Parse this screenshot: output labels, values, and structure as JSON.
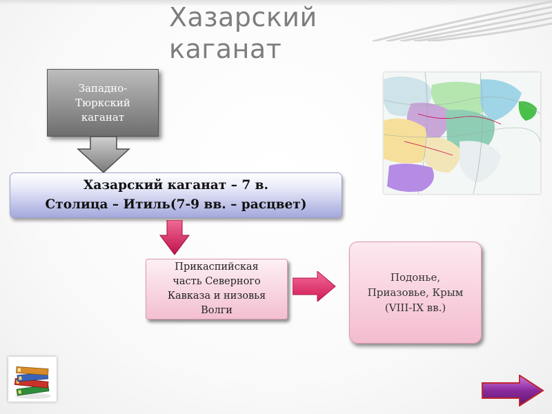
{
  "slide": {
    "title": "Хазарский каганат",
    "title_color": "#7d7d7d"
  },
  "diagram": {
    "origin_box": {
      "lines": [
        "Западно-",
        "Тюркский",
        "каганат"
      ]
    },
    "main_box": {
      "line1": "Хазарский каганат – 7 в.",
      "line2": "Столица – Итиль(7-9 вв. – расцвет)"
    },
    "territory_box": {
      "lines": [
        "Прикаспийская",
        "часть Северного",
        "Кавказа и низовья",
        "Волги"
      ]
    },
    "expansion_box": {
      "lines": [
        "Подонье,",
        "Приазовье, Крым",
        "(VIII-IX вв.)"
      ]
    },
    "colors": {
      "gray_box": "#8a8a8a",
      "blue_box": "#a4a8dc",
      "pink_arrow": "#d81e5b",
      "pink_box": "#f4bcd0",
      "nav_arrow": "#8a2a9c"
    }
  },
  "icons": {
    "map": "map-image-icon",
    "books": "books-icon",
    "next": "next-arrow-icon"
  }
}
